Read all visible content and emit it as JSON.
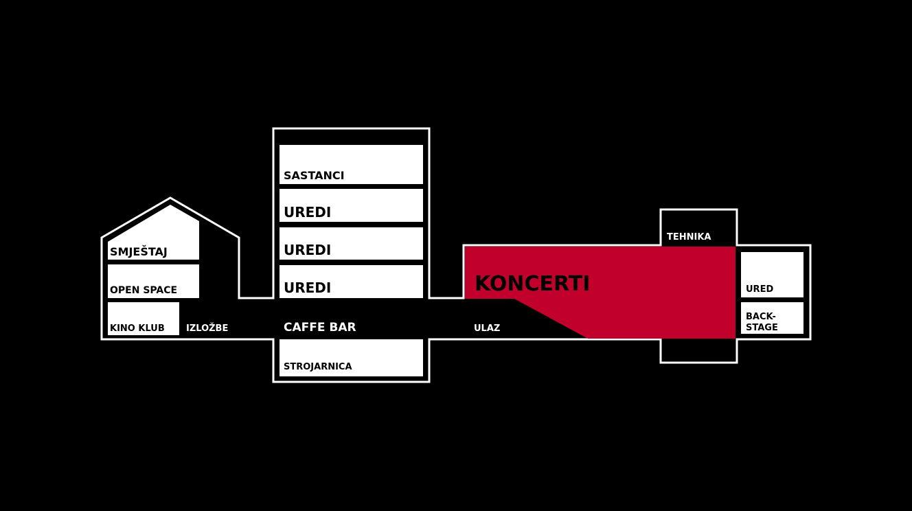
{
  "colors": {
    "background": "#000000",
    "outline": "#ffffff",
    "room": "#ffffff",
    "highlight": "#c1002b"
  },
  "rooms": {
    "smjestaj": "SMJEŠTAJ",
    "open_space": "OPEN SPACE",
    "kino_klub": "KINO KLUB",
    "izlozbe": "IZLOŽBE",
    "sastanci": "SASTANCI",
    "uredi_1": "UREDI",
    "uredi_2": "UREDI",
    "uredi_3": "UREDI",
    "caffe_bar": "CAFFE BAR",
    "strojarnica": "STROJARNICA",
    "ulaz": "ULAZ",
    "koncerti": "KONCERTI",
    "tehnika": "TEHNIKA",
    "ured": "URED",
    "backstage_1": "BACK-",
    "backstage_2": "STAGE"
  }
}
